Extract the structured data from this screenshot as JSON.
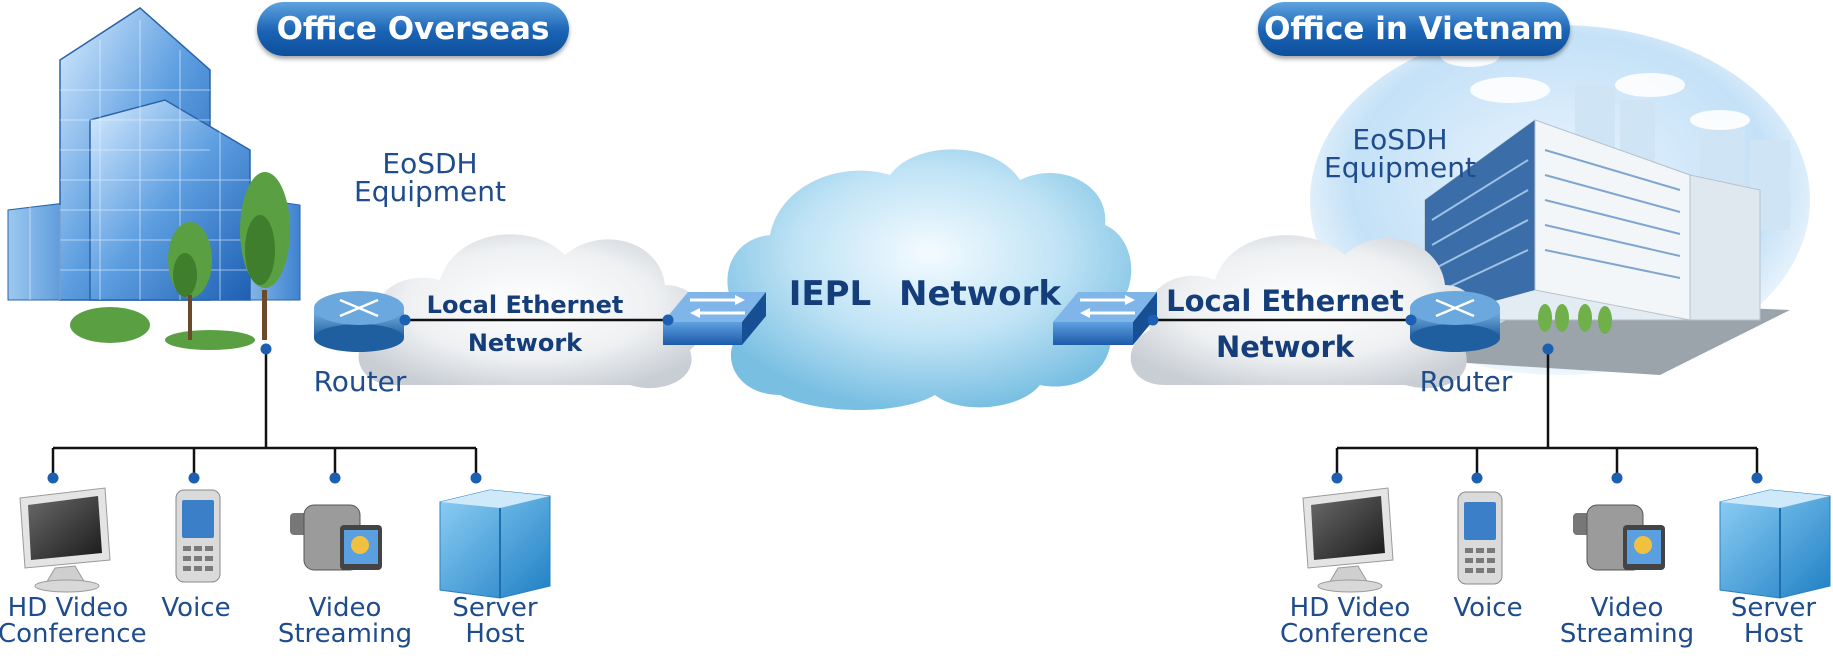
{
  "left_site": {
    "title": "Office Overseas",
    "equipment": [
      "EoSDH",
      "Equipment"
    ],
    "router": "Router",
    "lan": [
      "Local Ethernet",
      "Network"
    ],
    "devices": [
      {
        "icon": "monitor-icon",
        "label": [
          "HD Video",
          "Conference"
        ]
      },
      {
        "icon": "mobile-phone-icon",
        "label": [
          "Voice"
        ]
      },
      {
        "icon": "video-camera-icon",
        "label": [
          "Video",
          "Streaming"
        ]
      },
      {
        "icon": "server-icon",
        "label": [
          "Server",
          "Host"
        ]
      }
    ]
  },
  "right_site": {
    "title": "Office in Vietnam",
    "equipment": [
      "EoSDH",
      "Equipment"
    ],
    "router": "Router",
    "lan": [
      "Local Ethernet",
      "Network"
    ],
    "devices": [
      {
        "icon": "monitor-icon",
        "label": [
          "HD Video",
          "Conference"
        ]
      },
      {
        "icon": "mobile-phone-icon",
        "label": [
          "Voice"
        ]
      },
      {
        "icon": "video-camera-icon",
        "label": [
          "Video",
          "Streaming"
        ]
      },
      {
        "icon": "server-icon",
        "label": [
          "Server",
          "Host"
        ]
      }
    ]
  },
  "core": {
    "left": "IEPL",
    "right": "Network"
  },
  "colors": {
    "title_pill": "#1a63b4",
    "text": "#1f4c8c",
    "link": "#111111",
    "node": "#1d5fb0",
    "cloud": "#a8d6ef",
    "lan_cloud": "#d9dde2"
  }
}
